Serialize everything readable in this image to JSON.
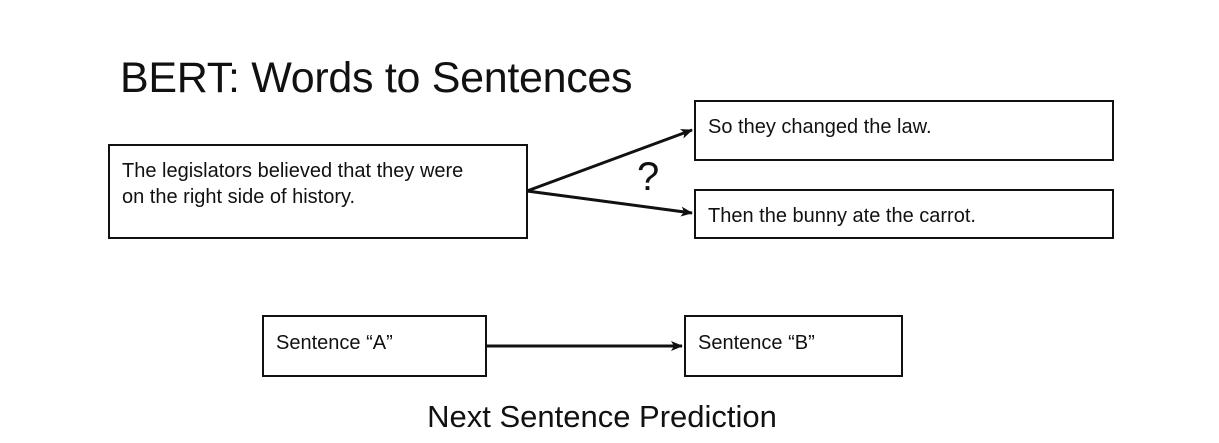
{
  "title": "BERT: Words to Sentences",
  "premise": {
    "line1": "The legislators believed that they were",
    "line2": "on the right side of history."
  },
  "options": [
    "So they changed the law.",
    "Then the bunny ate the carrot."
  ],
  "question_mark": "?",
  "sentence_a": "Sentence “A”",
  "sentence_b": "Sentence “B”",
  "caption": "Next Sentence Prediction"
}
